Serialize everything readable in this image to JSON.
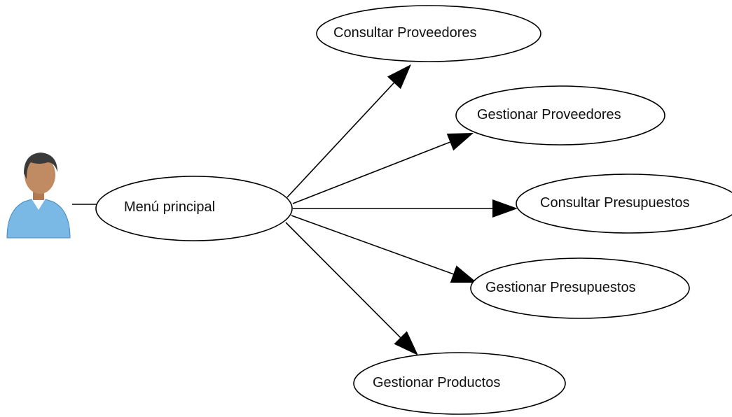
{
  "actor": {
    "icon": "user-avatar-icon",
    "colors": {
      "hair": "#3a3a3a",
      "skin": "#c08a63",
      "shirt": "#7ab8e6",
      "collar": "#ffffff"
    }
  },
  "root": {
    "label": "Menú principal"
  },
  "use_cases": [
    {
      "id": "consultar-proveedores",
      "label": "Consultar Proveedores"
    },
    {
      "id": "gestionar-proveedores",
      "label": "Gestionar Proveedores"
    },
    {
      "id": "consultar-presupuestos",
      "label": "Consultar Presupuestos"
    },
    {
      "id": "gestionar-presupuestos",
      "label": "Gestionar Presupuestos"
    },
    {
      "id": "gestionar-productos",
      "label": "Gestionar Productos"
    }
  ]
}
